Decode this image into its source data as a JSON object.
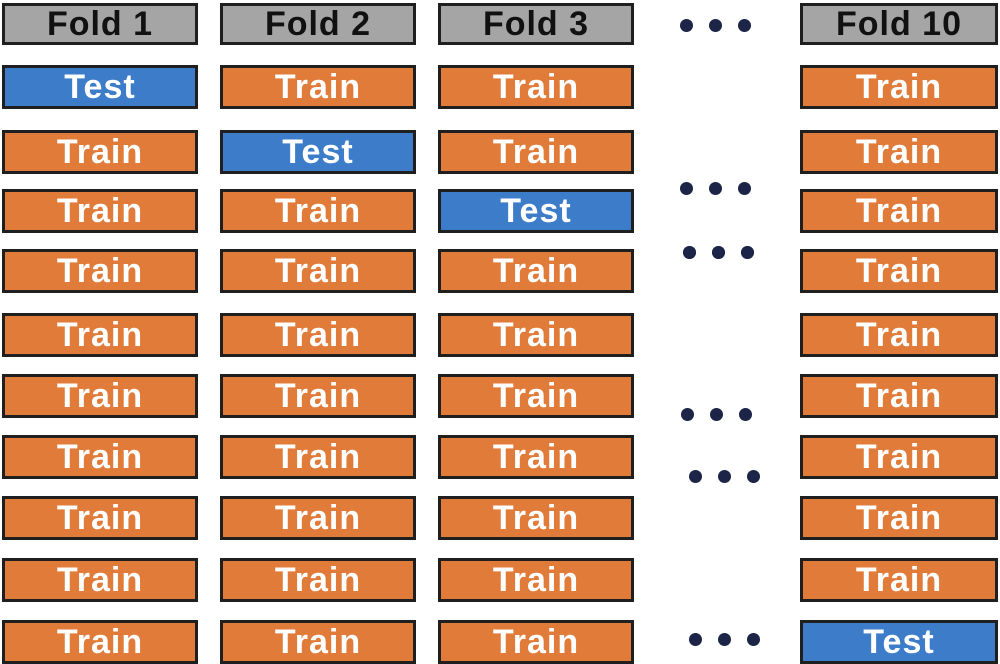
{
  "colors": {
    "header_bg": "#a5a5a5",
    "train_bg": "#e07b39",
    "test_bg": "#3d7cc9",
    "border": "#1f1f1f",
    "ellipsis_dot": "#1c2447"
  },
  "columns": [
    {
      "header": "Fold 1",
      "cells": [
        "Test",
        "Train",
        "Train",
        "Train",
        "Train",
        "Train",
        "Train",
        "Train",
        "Train",
        "Train"
      ]
    },
    {
      "header": "Fold 2",
      "cells": [
        "Train",
        "Test",
        "Train",
        "Train",
        "Train",
        "Train",
        "Train",
        "Train",
        "Train",
        "Train"
      ]
    },
    {
      "header": "Fold 3",
      "cells": [
        "Train",
        "Train",
        "Test",
        "Train",
        "Train",
        "Train",
        "Train",
        "Train",
        "Train",
        "Train"
      ]
    },
    {
      "header": "Fold 10",
      "cells": [
        "Train",
        "Train",
        "Train",
        "Train",
        "Train",
        "Train",
        "Train",
        "Train",
        "Train",
        "Test"
      ]
    }
  ],
  "ellipsis_rows": [
    -1,
    1,
    2,
    3,
    5,
    6,
    9
  ]
}
